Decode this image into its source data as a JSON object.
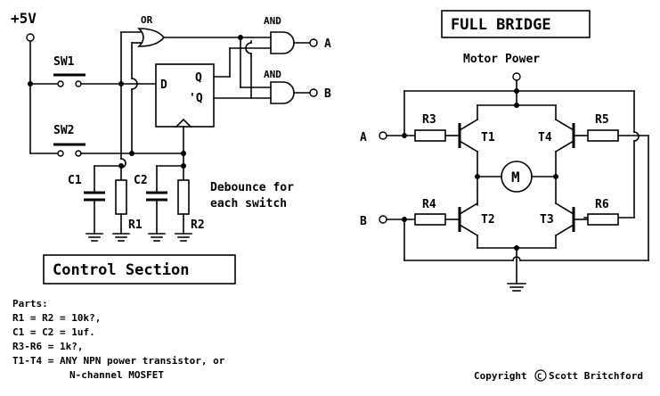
{
  "supply_label": "+5V",
  "or_label": "OR",
  "and_label_top": "AND",
  "and_label_bottom": "AND",
  "output_a": "A",
  "output_b": "B",
  "sw1": "SW1",
  "sw2": "SW2",
  "ff_d": "D",
  "ff_q": "Q",
  "ff_qbar": "'Q",
  "c1": "C1",
  "c2": "C2",
  "r1": "R1",
  "r2": "R2",
  "debounce_line1": "Debounce for",
  "debounce_line2": "each switch",
  "control_section": "Control Section",
  "full_bridge": "FULL BRIDGE",
  "motor_power": "Motor Power",
  "input_a": "A",
  "input_b": "B",
  "r3": "R3",
  "r4": "R4",
  "r5": "R5",
  "r6": "R6",
  "t1": "T1",
  "t2": "T2",
  "t3": "T3",
  "t4": "T4",
  "motor": "M",
  "parts": {
    "heading": "Parts:",
    "line1": "R1 = R2 = 10k?,",
    "line2": "C1 = C2 = 1uf.",
    "line3": "R3-R6 = 1k?,",
    "line4": "T1-T4 = ANY NPN power transistor, or",
    "line5": "N-channel MOSFET"
  },
  "copyright_prefix": "Copyright",
  "copyright_symbol": "C",
  "copyright_name": "Scott Britchford"
}
